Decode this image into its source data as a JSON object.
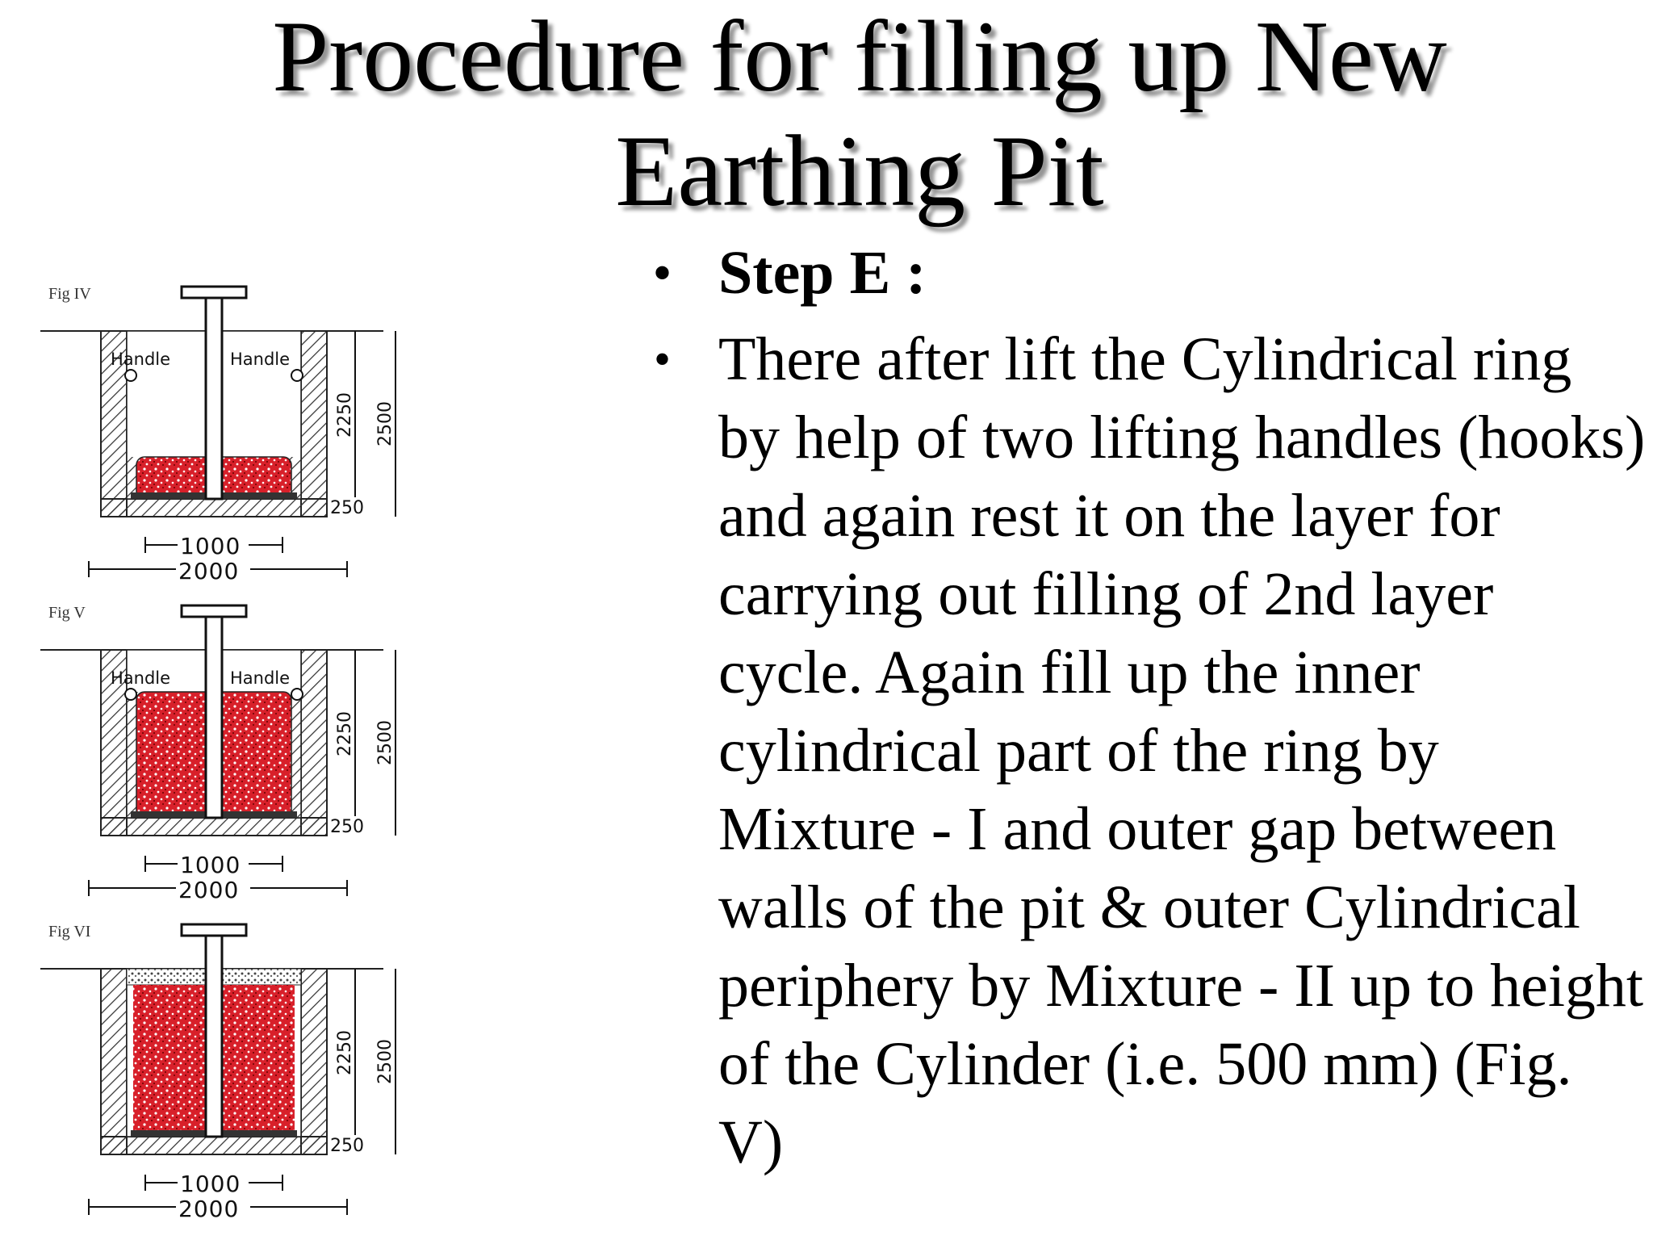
{
  "title": {
    "line1": "Procedure for filling up New",
    "line2": "Earthing Pit"
  },
  "bullets": [
    {
      "bullet": "•",
      "text": "Step E :"
    },
    {
      "bullet": "•",
      "text": "There after lift the Cylindrical ring by help of two lifting handles (hooks) and again rest it on the layer for carrying out filling of 2nd layer cycle. Again fill up the inner cylindrical part of the ring by Mixture - I and outer gap between walls of the pit & outer Cylindrical periphery by Mixture - II up to height of the Cylinder (i.e. 500 mm) (Fig. V)"
    }
  ],
  "figures": [
    {
      "label": "Fig IV",
      "handle_left": "Handle",
      "handle_right": "Handle",
      "dim_inner_height": "2250",
      "dim_total_height": "2500",
      "dim_base": "250",
      "dim_inner_width": "1000",
      "dim_outer_width": "2000",
      "fill_fraction": 0.25
    },
    {
      "label": "Fig V",
      "handle_left": "Handle",
      "handle_right": "Handle",
      "dim_inner_height": "2250",
      "dim_total_height": "2500",
      "dim_base": "250",
      "dim_inner_width": "1000",
      "dim_outer_width": "2000",
      "fill_fraction": 0.75
    },
    {
      "label": "Fig VI",
      "handle_left": "",
      "handle_right": "",
      "dim_inner_height": "2250",
      "dim_total_height": "2500",
      "dim_base": "250",
      "dim_inner_width": "1000",
      "dim_outer_width": "2000",
      "fill_fraction": 1.0
    }
  ],
  "colors": {
    "mixture_red": "#d8202a",
    "hatch": "#333333"
  }
}
